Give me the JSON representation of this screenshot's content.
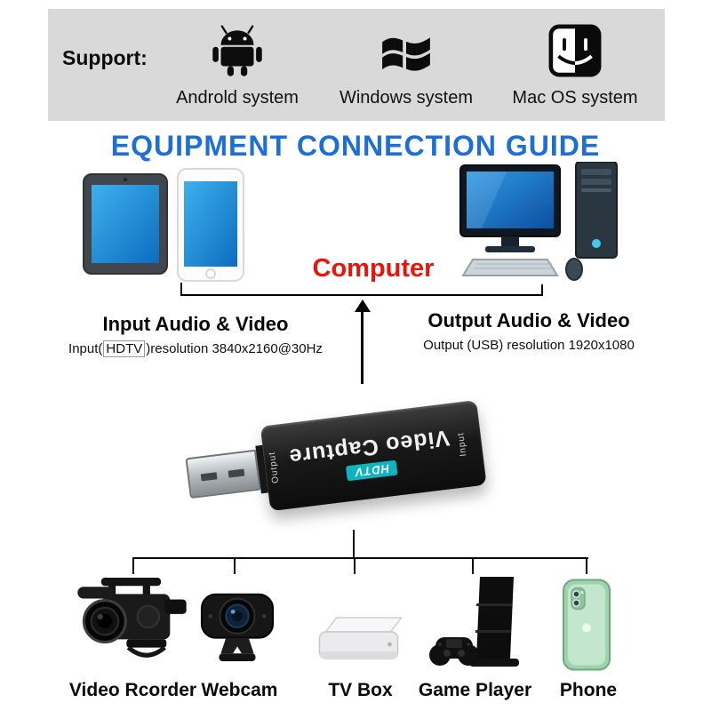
{
  "support": {
    "label": "Support:",
    "systems": [
      {
        "icon": "android-icon",
        "label": "Androld system"
      },
      {
        "icon": "windows-icon",
        "label": "Windows system"
      },
      {
        "icon": "macos-icon",
        "label": "Mac OS system"
      }
    ]
  },
  "title": "EQUIPMENT CONNECTION GUIDE",
  "computer": {
    "label": "Computer"
  },
  "io": {
    "input_title": "Input Audio & Video",
    "input_prefix": "Input(",
    "input_boxed": "HDTV",
    "input_suffix": ")resolution 3840x2160@30Hz",
    "output_title": "Output Audio & Video",
    "output_detail": "Output (USB) resolution 1920x1080"
  },
  "capture_card": {
    "brand": "HDTV",
    "name": "Video Capture",
    "port_near_usb": "Output",
    "port_far": "Input"
  },
  "devices": [
    {
      "icon": "video-recorder-icon",
      "label": "Video Rcorder"
    },
    {
      "icon": "webcam-icon",
      "label": "Webcam"
    },
    {
      "icon": "tv-box-icon",
      "label": "TV Box"
    },
    {
      "icon": "game-player-icon",
      "label": "Game Player"
    },
    {
      "icon": "phone-icon",
      "label": "Phone"
    }
  ],
  "colors": {
    "title_blue": "#1b6fd6",
    "computer_red": "#e8150b",
    "screen_blue": "#1f8fd8",
    "banner_gray": "#d9d9d9",
    "brand_teal": "#0fb3be"
  }
}
